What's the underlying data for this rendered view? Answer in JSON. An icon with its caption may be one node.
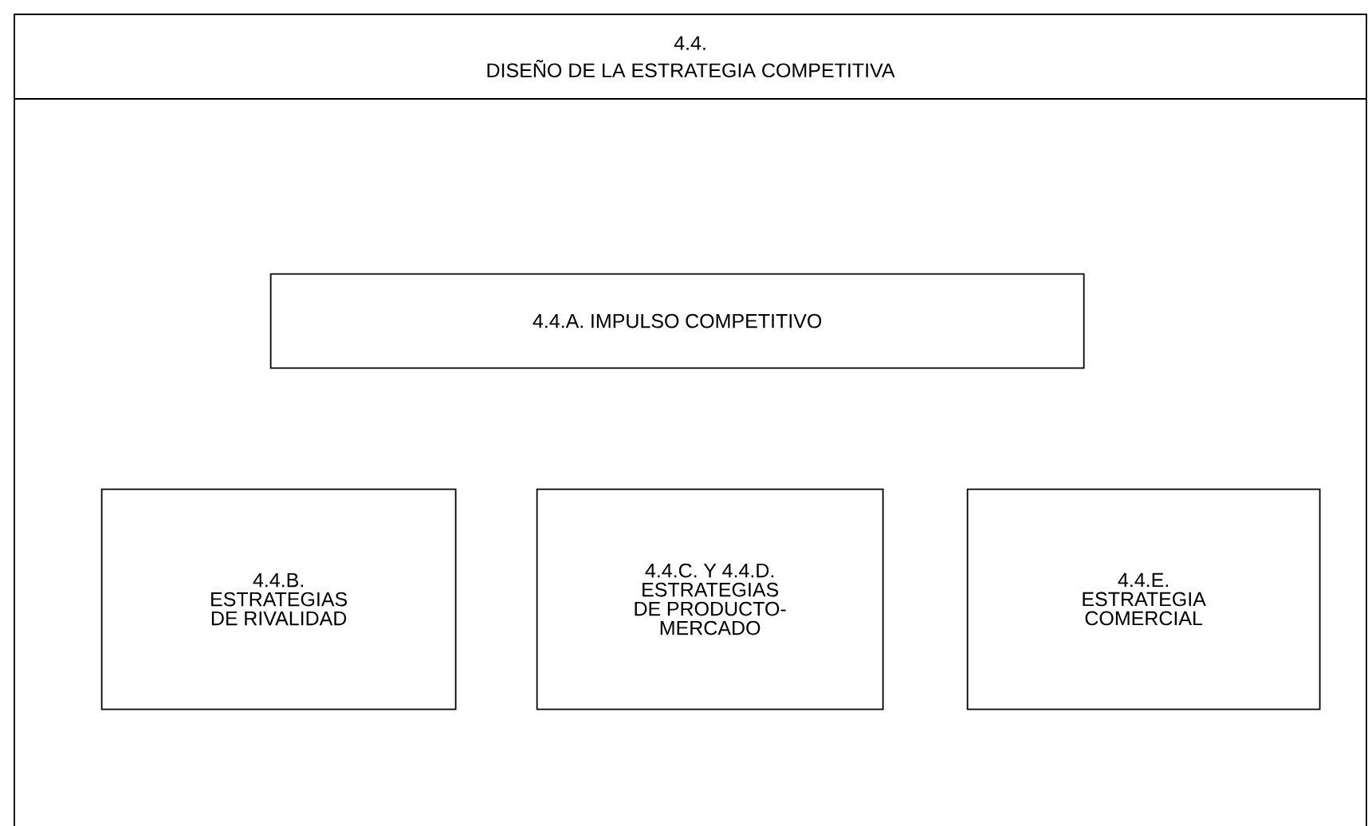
{
  "diagram": {
    "nodes": [
      {
        "text": [
          "4.4.",
          "DISEÑO DE LA ESTRATEGIA COMPETITIVA"
        ]
      },
      {
        "text": [
          "4.4.A. IMPULSO COMPETITIVO"
        ],
        "in": 0
      },
      {
        "text": [
          "4.4.B. ESTRATEGIAS DE RIVALIDAD"
        ],
        "in": 0
      },
      {
        "text": [
          "4.4.C. Y 4.4.D. ESTRATEGIAS DE PRODUCTO-MERCADO"
        ],
        "in": 0
      },
      {
        "text": [
          "4.4.E. ESTRATEGIA COMERCIAL"
        ],
        "in": 0
      }
    ]
  }
}
